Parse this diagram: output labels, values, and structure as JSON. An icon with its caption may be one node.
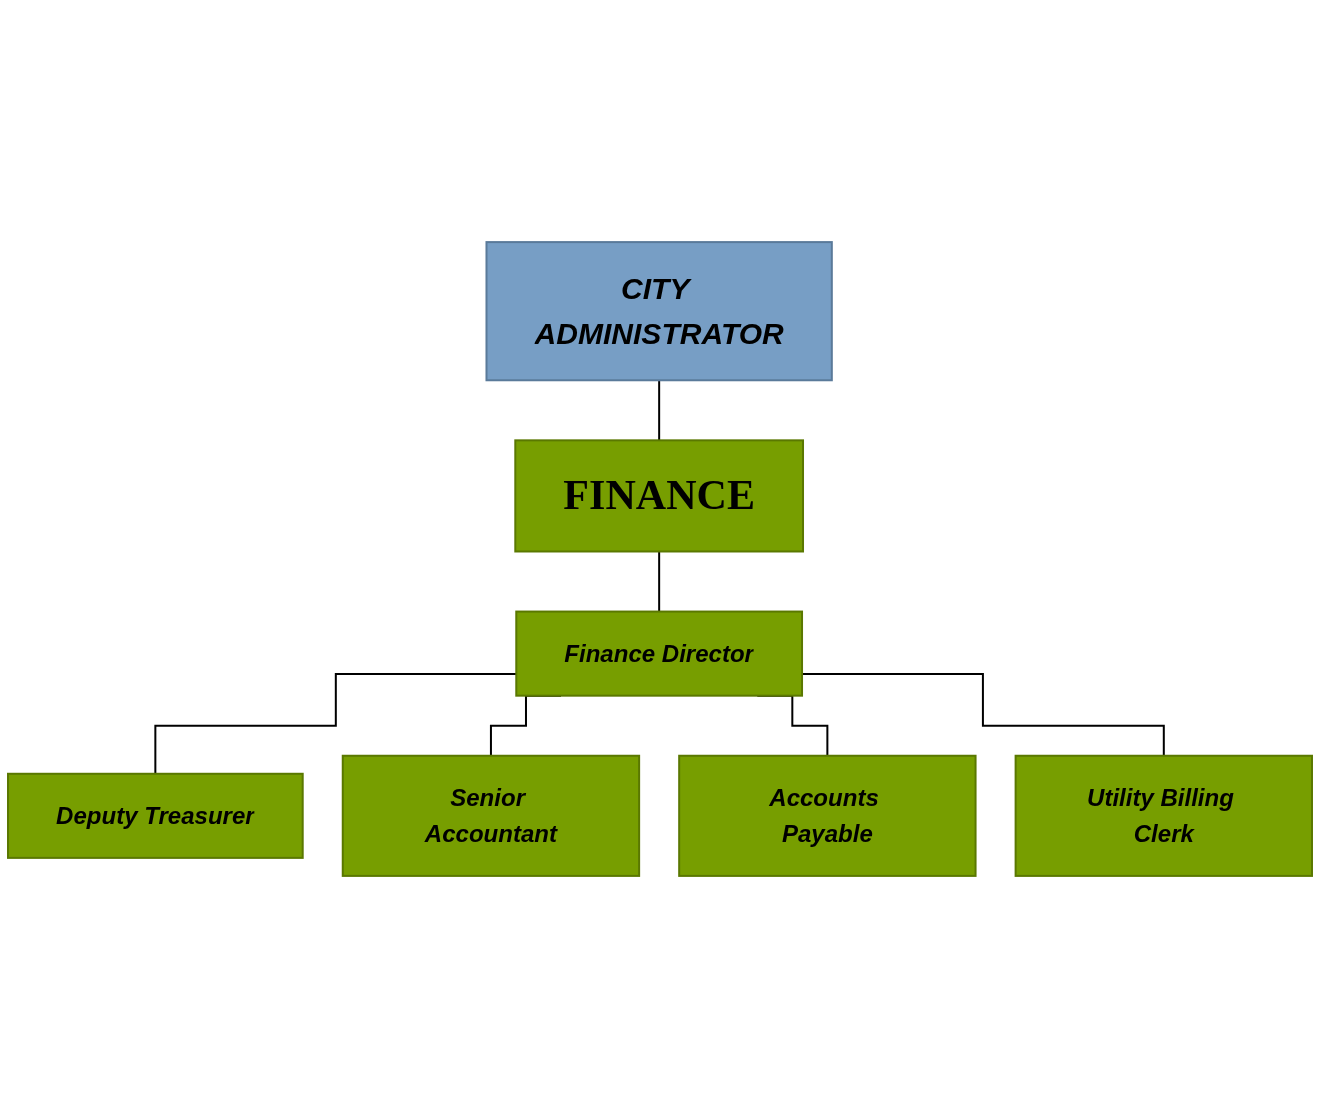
{
  "diagram": {
    "nodes": [
      {
        "text": [
          "CITY ADMINISTRATOR"
        ]
      },
      {
        "text": [
          "FINANCE"
        ]
      },
      {
        "text": [
          "Finance Director"
        ]
      },
      {
        "text": [
          "Deputy Treasurer"
        ]
      },
      {
        "text": [
          "Senior Accountant"
        ]
      },
      {
        "text": [
          "Accounts Payable"
        ]
      },
      {
        "text": [
          "Utility Billing Clerk"
        ]
      }
    ],
    "edges": [
      {
        "from": 0,
        "to": 1,
        "arrow": "none"
      },
      {
        "from": 1,
        "to": 2,
        "arrow": "none"
      },
      {
        "from": 2,
        "to": 3,
        "arrow": "none"
      },
      {
        "from": 2,
        "to": 4,
        "arrow": "none"
      },
      {
        "from": 2,
        "to": 5,
        "arrow": "none"
      },
      {
        "from": 2,
        "to": 6,
        "arrow": "none"
      }
    ]
  }
}
